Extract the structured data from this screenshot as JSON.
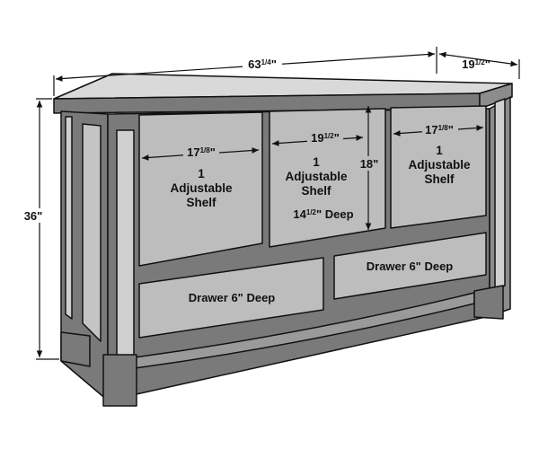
{
  "colors": {
    "wood": "#7a7a7a",
    "light": "#d0d0d0",
    "panel": "#bdbdbd",
    "stroke": "#111111",
    "background": "#ffffff"
  },
  "dimensions": {
    "overall_width": {
      "whole": "63",
      "frac": "1/4",
      "unit": "\""
    },
    "overall_depth": {
      "whole": "19",
      "frac": "1/2",
      "unit": "\""
    },
    "overall_height": "36\""
  },
  "compartments": [
    {
      "width": {
        "whole": "17",
        "frac": "1/8",
        "unit": "\""
      },
      "line1": "1",
      "line2": "Adjustable",
      "line3": "Shelf"
    },
    {
      "width": {
        "whole": "19",
        "frac": "1/2",
        "unit": "\""
      },
      "line1": "1",
      "line2": "Adjustable",
      "line3": "Shelf",
      "height": "18\"",
      "depth": {
        "whole": "14",
        "frac": "1/2",
        "unit": "\" Deep"
      }
    },
    {
      "width": {
        "whole": "17",
        "frac": "1/8",
        "unit": "\""
      },
      "line1": "1",
      "line2": "Adjustable",
      "line3": "Shelf"
    }
  ],
  "drawers": [
    {
      "label": "Drawer 6\" Deep"
    },
    {
      "label": "Drawer 6\" Deep"
    }
  ]
}
